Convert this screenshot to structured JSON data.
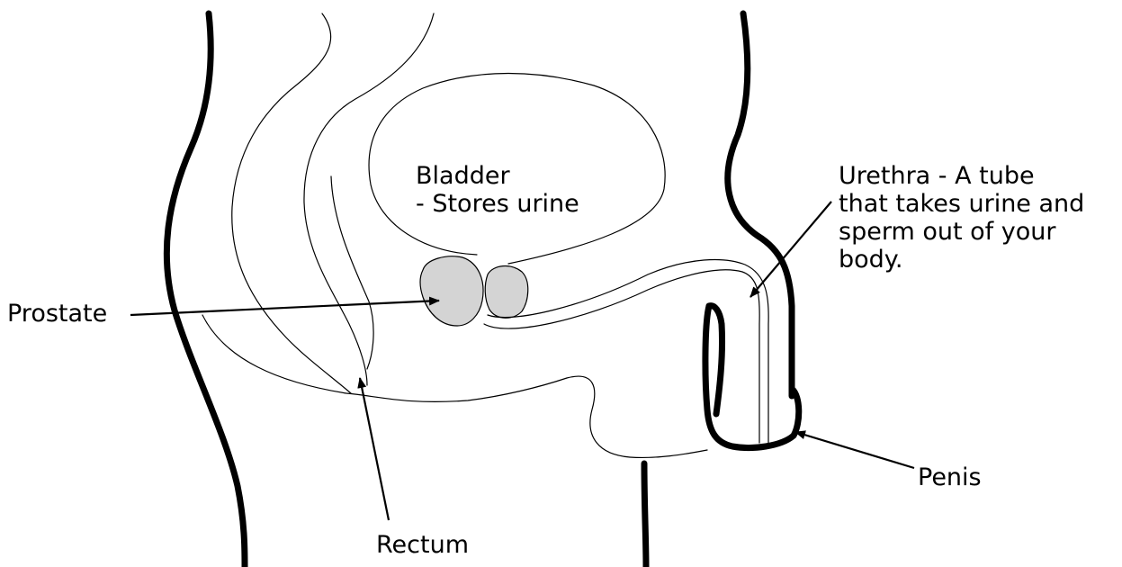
{
  "labels": {
    "bladder": [
      "Bladder",
      "- Stores urine"
    ],
    "urethra": [
      "Urethra - A tube",
      "that takes urine and",
      "sperm out of your",
      "body."
    ],
    "prostate": "Prostate",
    "rectum": "Rectum",
    "penis": "Penis"
  },
  "colors": {
    "line": "#000000",
    "prostate_fill": "#d4d4d4",
    "background": "#ffffff"
  }
}
